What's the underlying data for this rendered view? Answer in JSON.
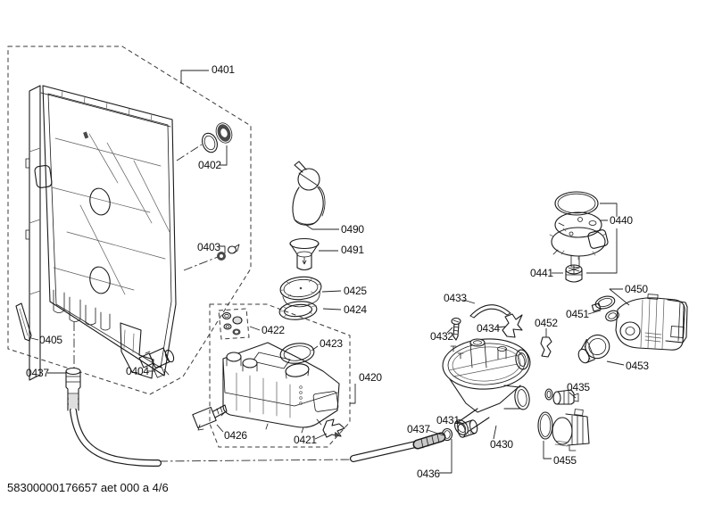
{
  "colors": {
    "line": "#1a1a1a",
    "background": "#ffffff",
    "label_text": "#101010"
  },
  "footer": {
    "doc_code": "58300000176657 aet 000 a 4/6"
  },
  "labels": {
    "p0401": "0401",
    "p0402": "0402",
    "p0403": "0403",
    "p0404": "0404",
    "p0405": "0405",
    "p0420": "0420",
    "p0421": "0421",
    "p0422": "0422",
    "p0423": "0423",
    "p0424": "0424",
    "p0425": "0425",
    "p0426": "0426",
    "p0430": "0430",
    "p0431": "0431",
    "p0432": "0432",
    "p0433": "0433",
    "p0434": "0434",
    "p0435": "0435",
    "p0436": "0436",
    "p0437_left": "0437",
    "p0437_sump": "0437",
    "p0440": "0440",
    "p0441": "0441",
    "p0450": "0450",
    "p0451": "0451",
    "p0452": "0452",
    "p0453": "0453",
    "p0455": "0455",
    "p0490": "0490",
    "p0491": "0491"
  }
}
